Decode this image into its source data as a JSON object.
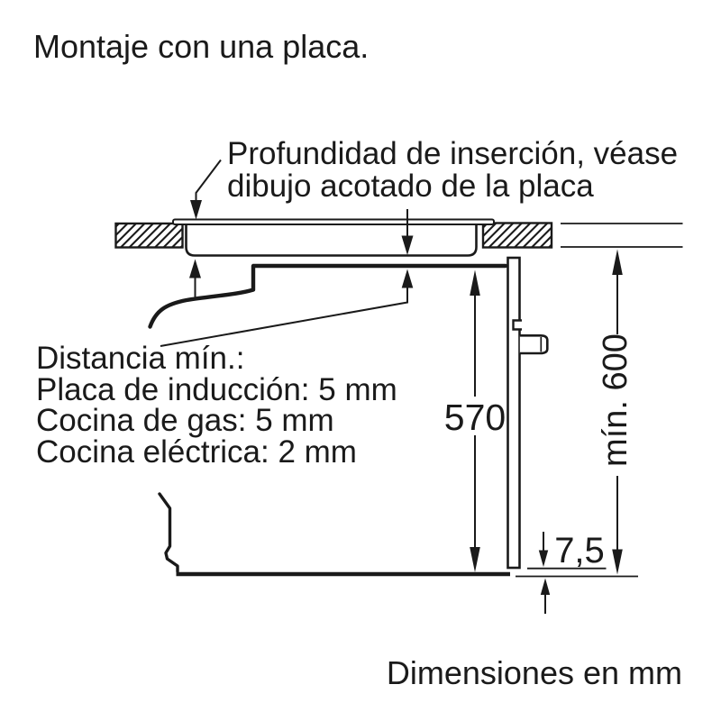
{
  "title": "Montaje con una placa.",
  "annotations": {
    "insertion_depth": {
      "line1": "Profundidad de inserción, véase",
      "line2": "dibujo acotado de la placa"
    },
    "min_distance": {
      "heading": "Distancia mín.:",
      "items": [
        "Placa de inducción: 5 mm",
        "Cocina de gas: 5 mm",
        "Cocina eléctrica: 2 mm"
      ]
    }
  },
  "dimensions": {
    "oven_height": "570",
    "niche_min_height": "mín. 600",
    "door_bottom_offset": "7,5"
  },
  "footer": {
    "units_note": "Dimensiones en mm"
  },
  "colors": {
    "ink": "#1a1a1a",
    "background": "#ffffff"
  }
}
